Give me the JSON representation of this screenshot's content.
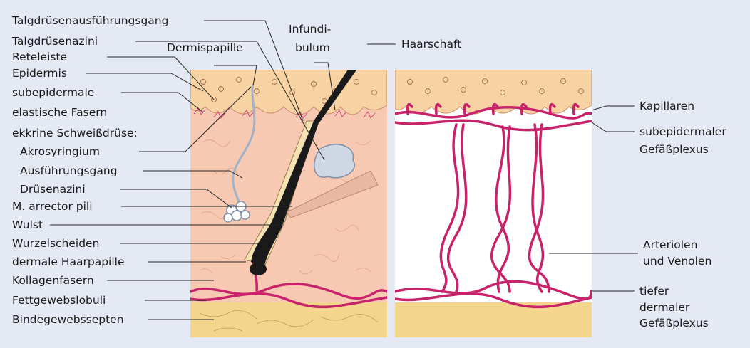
{
  "labels": {
    "talgdruesenausfuehrungsgang": "Talgdrüsenausführungsgang",
    "talgdruesenazini": "Talgdrüsenazini",
    "reteleiste": "Reteleiste",
    "dermispapille": "Dermispapille",
    "infundibulum_1": "Infundi-",
    "infundibulum_2": "bulum",
    "haarschaft": "Haarschaft",
    "epidermis": "Epidermis",
    "subepidermale_1": "subepidermale",
    "subepidermale_2": "elastische Fasern",
    "ekkrine": "ekkrine Schweißdrüse:",
    "akrosyringium": "Akrosyringium",
    "ausfuehrungsgang": "Ausführungsgang",
    "druesenazini": "Drüsenazini",
    "arrector": "M. arrector pili",
    "wulst": "Wulst",
    "wurzelscheiden": "Wurzelscheiden",
    "haarpapille": "dermale Haarpapille",
    "kollagenfasern": "Kollagenfasern",
    "fettgewebslobuli": "Fettgewebslobuli",
    "bindegewebssepten": "Bindegewebssepten",
    "kapillaren": "Kapillaren",
    "subepidermaler_1": "subepidermaler",
    "subepidermaler_2": "Gefäßplexus",
    "arteriolen_1": "Arteriolen",
    "arteriolen_2": "und Venolen",
    "tiefer_1": "tiefer",
    "tiefer_2": "dermaler",
    "tiefer_3": "Gefäßplexus"
  },
  "colors": {
    "background": "#e4e9f3",
    "epidermis": "#f7d3a3",
    "dermis": "#f8c9b2",
    "vessels": "#c8226a",
    "fat": "#f3d58c",
    "hair": "#1a1a1a"
  }
}
